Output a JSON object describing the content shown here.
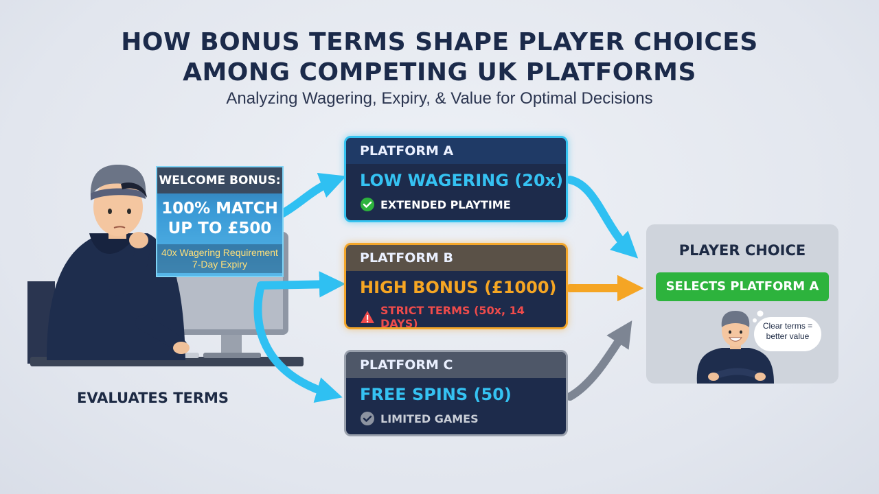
{
  "title": {
    "line1": "HOW BONUS TERMS SHAPE PLAYER CHOICES",
    "line2": "AMONG COMPETING UK PLATFORMS"
  },
  "subtitle": "Analyzing Wagering, Expiry, & Value for Optimal Decisions",
  "bonus_screen": {
    "header": "WELCOME BONUS:",
    "offer_line1": "100% MATCH",
    "offer_line2": "UP TO £500",
    "terms_line1": "40x Wagering Requirement",
    "terms_line2": "7-Day Expiry"
  },
  "evaluates_label": "EVALUATES TERMS",
  "platforms": [
    {
      "name": "PLATFORM A",
      "headline": "LOW WAGERING (20x)",
      "note": "EXTENDED PLAYTIME",
      "note_icon": "check-circle-icon",
      "accent": "#35c3f0"
    },
    {
      "name": "PLATFORM B",
      "headline": "HIGH BONUS (£1000)",
      "note": "STRICT TERMS (50x, 14 DAYS)",
      "note_icon": "warning-icon",
      "accent": "#f3a62a"
    },
    {
      "name": "PLATFORM C",
      "headline": "FREE SPINS (50)",
      "note": "LIMITED GAMES",
      "note_icon": "check-circle-icon",
      "accent": "#9aa1ad"
    }
  ],
  "choice": {
    "title": "PLAYER CHOICE",
    "selection": "SELECTS PLATFORM A",
    "thought_line1": "Clear terms =",
    "thought_line2": "better value"
  },
  "colors": {
    "navy": "#1d2b4b",
    "cyan": "#35c3f0",
    "orange": "#f3a62a",
    "gray": "#9aa1ad",
    "green": "#2db33d"
  }
}
